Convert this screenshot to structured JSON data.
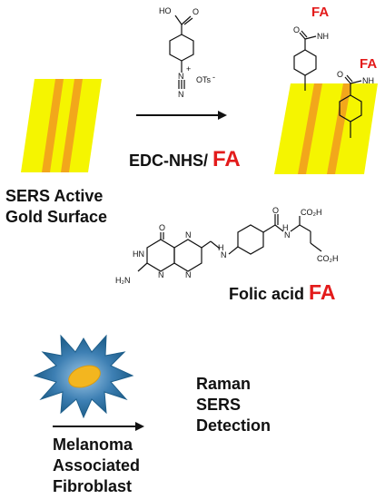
{
  "labels": {
    "reagent_condition": "EDC-NHS/",
    "fa_short": "FA",
    "surface_line1": "SERS Active",
    "surface_line2": "Gold Surface",
    "folic_acid": "Folic acid",
    "raman_line1": "Raman",
    "raman_line2": "SERS",
    "raman_line3": "Detection",
    "cell_line1": "Melanoma",
    "cell_line2": "Associated",
    "cell_line3": "Fibroblast"
  },
  "chem_labels": {
    "ho": "HO",
    "o": "O",
    "n_plus": "N",
    "plus": "+",
    "n": "N",
    "ots": "OTs",
    "minus": "-",
    "nh": "NH",
    "h2n": "H₂N",
    "hn": "HN",
    "h": "H",
    "co2h": "CO₂H"
  },
  "colors": {
    "gold_surface": "#f5f500",
    "gold_stripe": "#f2a71b",
    "fa_red": "#e31b1b",
    "cell_outer": "#1f5f8b",
    "cell_nucleus": "#f3b61f"
  }
}
